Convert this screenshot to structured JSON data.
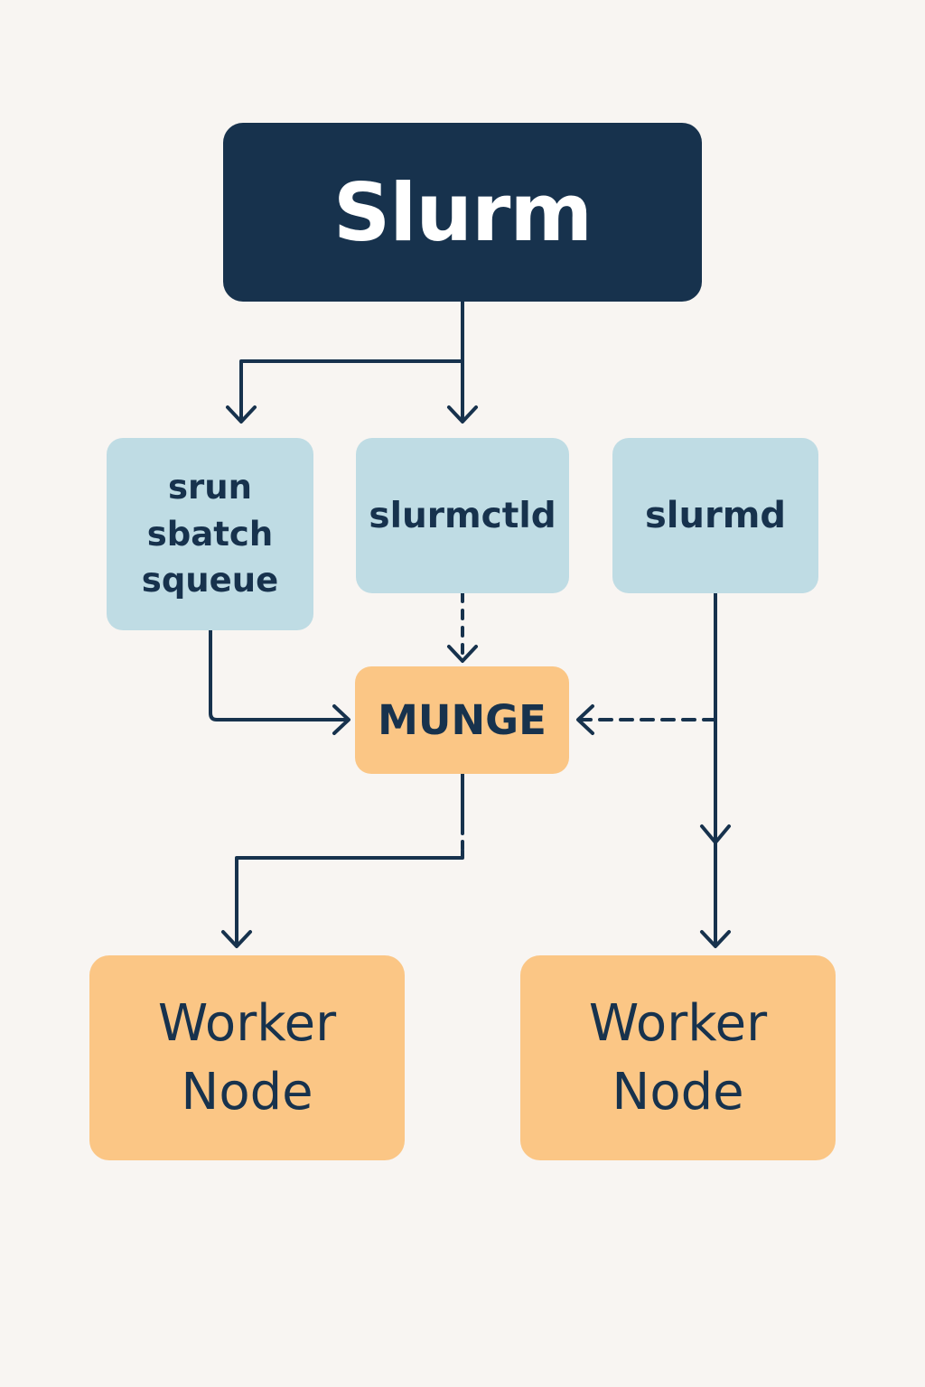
{
  "diagram": {
    "title": "Slurm",
    "nodes": {
      "client_commands": [
        "srun",
        "sbatch",
        "squeue"
      ],
      "controller": "slurmctld",
      "daemon": "slurmd",
      "auth": "MUNGE",
      "worker_left": [
        "Worker",
        "Node"
      ],
      "worker_right": [
        "Worker",
        "Node"
      ]
    }
  },
  "colors": {
    "background": "#f8f5f2",
    "primary": "#17324d",
    "service": "#bfdce4",
    "node": "#fbc685"
  }
}
